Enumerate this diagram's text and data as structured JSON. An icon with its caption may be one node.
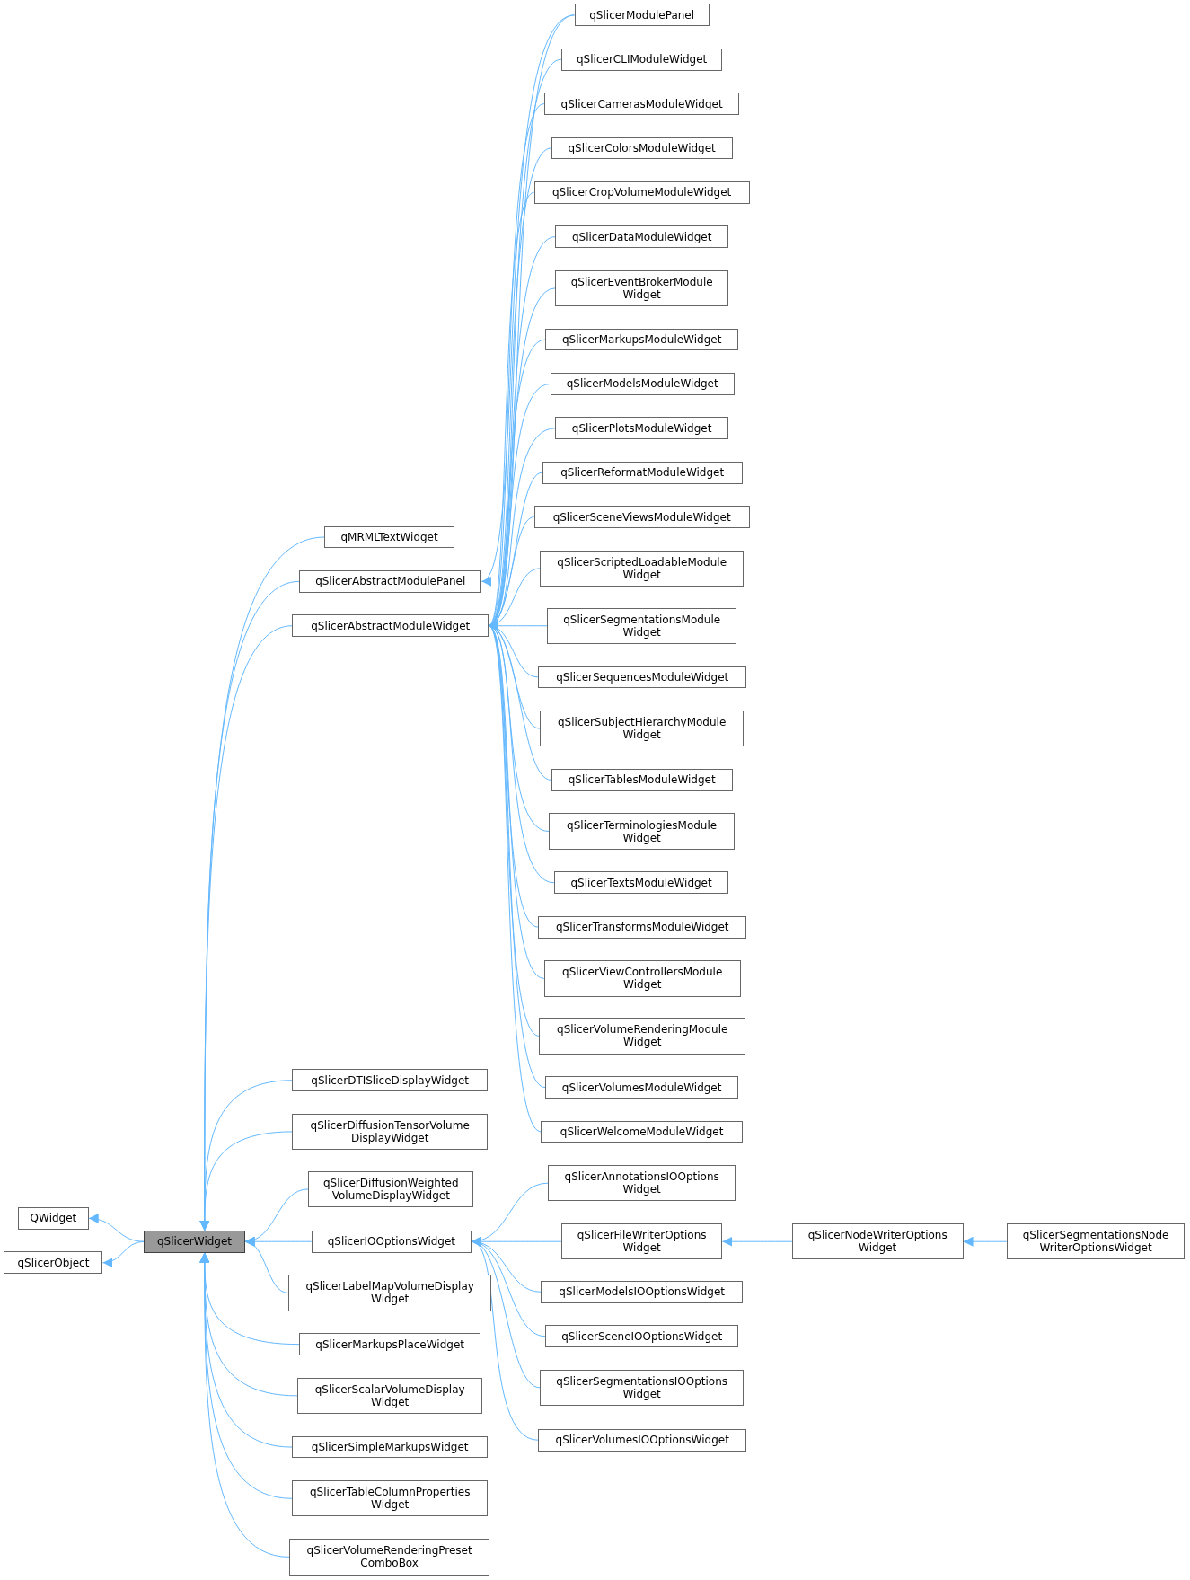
{
  "diagram": {
    "nodes": [
      {
        "text": [
          "QWidget"
        ]
      },
      {
        "text": [
          "qSlicerObject"
        ]
      },
      {
        "text": [
          "qSlicerWidget"
        ]
      },
      {
        "text": [
          "qMRMLTextWidget"
        ]
      },
      {
        "text": [
          "qSlicerAbstractModulePanel"
        ]
      },
      {
        "text": [
          "qSlicerAbstractModuleWidget"
        ]
      },
      {
        "text": [
          "qSlicerDTISliceDisplayWidget"
        ]
      },
      {
        "text": [
          "qSlicerDiffusionTensorVolume DisplayWidget"
        ]
      },
      {
        "text": [
          "qSlicerDiffusionWeighted VolumeDisplayWidget"
        ]
      },
      {
        "text": [
          "qSlicerIOOptionsWidget"
        ]
      },
      {
        "text": [
          "qSlicerLabelMapVolumeDisplay Widget"
        ]
      },
      {
        "text": [
          "qSlicerMarkupsPlaceWidget"
        ]
      },
      {
        "text": [
          "qSlicerScalarVolumeDisplay Widget"
        ]
      },
      {
        "text": [
          "qSlicerSimpleMarkupsWidget"
        ]
      },
      {
        "text": [
          "qSlicerTableColumnProperties Widget"
        ]
      },
      {
        "text": [
          "qSlicerVolumeRenderingPreset ComboBox"
        ]
      },
      {
        "text": [
          "qSlicerModulePanel"
        ]
      },
      {
        "text": [
          "qSlicerCLIModuleWidget"
        ]
      },
      {
        "text": [
          "qSlicerCamerasModuleWidget"
        ]
      },
      {
        "text": [
          "qSlicerColorsModuleWidget"
        ]
      },
      {
        "text": [
          "qSlicerCropVolumeModuleWidget"
        ]
      },
      {
        "text": [
          "qSlicerDataModuleWidget"
        ]
      },
      {
        "text": [
          "qSlicerEventBrokerModule Widget"
        ]
      },
      {
        "text": [
          "qSlicerMarkupsModuleWidget"
        ]
      },
      {
        "text": [
          "qSlicerModelsModuleWidget"
        ]
      },
      {
        "text": [
          "qSlicerPlotsModuleWidget"
        ]
      },
      {
        "text": [
          "qSlicerReformatModuleWidget"
        ]
      },
      {
        "text": [
          "qSlicerSceneViewsModuleWidget"
        ]
      },
      {
        "text": [
          "qSlicerScriptedLoadableModule Widget"
        ]
      },
      {
        "text": [
          "qSlicerSegmentationsModule Widget"
        ]
      },
      {
        "text": [
          "qSlicerSequencesModuleWidget"
        ]
      },
      {
        "text": [
          "qSlicerSubjectHierarchyModule Widget"
        ]
      },
      {
        "text": [
          "qSlicerTablesModuleWidget"
        ]
      },
      {
        "text": [
          "qSlicerTerminologiesModule Widget"
        ]
      },
      {
        "text": [
          "qSlicerTextsModuleWidget"
        ]
      },
      {
        "text": [
          "qSlicerTransformsModuleWidget"
        ]
      },
      {
        "text": [
          "qSlicerViewControllersModule Widget"
        ]
      },
      {
        "text": [
          "qSlicerVolumeRenderingModule Widget"
        ]
      },
      {
        "text": [
          "qSlicerVolumesModuleWidget"
        ]
      },
      {
        "text": [
          "qSlicerWelcomeModuleWidget"
        ]
      },
      {
        "text": [
          "qSlicerAnnotationsIOOptions Widget"
        ]
      },
      {
        "text": [
          "qSlicerFileWriterOptions Widget"
        ]
      },
      {
        "text": [
          "qSlicerModelsIOOptionsWidget"
        ]
      },
      {
        "text": [
          "qSlicerSceneIOOptionsWidget"
        ]
      },
      {
        "text": [
          "qSlicerSegmentationsIOOptions Widget"
        ]
      },
      {
        "text": [
          "qSlicerVolumesIOOptionsWidget"
        ]
      },
      {
        "text": [
          "qSlicerNodeWriterOptions Widget"
        ]
      },
      {
        "text": [
          "qSlicerSegmentationsNode WriterOptionsWidget"
        ]
      }
    ],
    "edges": [
      {
        "from": 2,
        "to": 0,
        "arrow": "to"
      },
      {
        "from": 2,
        "to": 1,
        "arrow": "to"
      },
      {
        "from": 3,
        "to": 2,
        "arrow": "to"
      },
      {
        "from": 4,
        "to": 2,
        "arrow": "to"
      },
      {
        "from": 5,
        "to": 2,
        "arrow": "to"
      },
      {
        "from": 6,
        "to": 2,
        "arrow": "to"
      },
      {
        "from": 7,
        "to": 2,
        "arrow": "to"
      },
      {
        "from": 8,
        "to": 2,
        "arrow": "to"
      },
      {
        "from": 9,
        "to": 2,
        "arrow": "to"
      },
      {
        "from": 10,
        "to": 2,
        "arrow": "to"
      },
      {
        "from": 11,
        "to": 2,
        "arrow": "to"
      },
      {
        "from": 12,
        "to": 2,
        "arrow": "to"
      },
      {
        "from": 13,
        "to": 2,
        "arrow": "to"
      },
      {
        "from": 14,
        "to": 2,
        "arrow": "to"
      },
      {
        "from": 15,
        "to": 2,
        "arrow": "to"
      },
      {
        "from": 16,
        "to": 4,
        "arrow": "to"
      },
      {
        "from": 16,
        "to": 5,
        "arrow": "to"
      },
      {
        "from": 17,
        "to": 5,
        "arrow": "to"
      },
      {
        "from": 18,
        "to": 5,
        "arrow": "to"
      },
      {
        "from": 19,
        "to": 5,
        "arrow": "to"
      },
      {
        "from": 20,
        "to": 5,
        "arrow": "to"
      },
      {
        "from": 21,
        "to": 5,
        "arrow": "to"
      },
      {
        "from": 22,
        "to": 5,
        "arrow": "to"
      },
      {
        "from": 23,
        "to": 5,
        "arrow": "to"
      },
      {
        "from": 24,
        "to": 5,
        "arrow": "to"
      },
      {
        "from": 25,
        "to": 5,
        "arrow": "to"
      },
      {
        "from": 26,
        "to": 5,
        "arrow": "to"
      },
      {
        "from": 27,
        "to": 5,
        "arrow": "to"
      },
      {
        "from": 28,
        "to": 5,
        "arrow": "to"
      },
      {
        "from": 29,
        "to": 5,
        "arrow": "to"
      },
      {
        "from": 30,
        "to": 5,
        "arrow": "to"
      },
      {
        "from": 31,
        "to": 5,
        "arrow": "to"
      },
      {
        "from": 32,
        "to": 5,
        "arrow": "to"
      },
      {
        "from": 33,
        "to": 5,
        "arrow": "to"
      },
      {
        "from": 34,
        "to": 5,
        "arrow": "to"
      },
      {
        "from": 35,
        "to": 5,
        "arrow": "to"
      },
      {
        "from": 36,
        "to": 5,
        "arrow": "to"
      },
      {
        "from": 37,
        "to": 5,
        "arrow": "to"
      },
      {
        "from": 38,
        "to": 5,
        "arrow": "to"
      },
      {
        "from": 39,
        "to": 5,
        "arrow": "to"
      },
      {
        "from": 40,
        "to": 9,
        "arrow": "to"
      },
      {
        "from": 41,
        "to": 9,
        "arrow": "to"
      },
      {
        "from": 42,
        "to": 9,
        "arrow": "to"
      },
      {
        "from": 43,
        "to": 9,
        "arrow": "to"
      },
      {
        "from": 44,
        "to": 9,
        "arrow": "to"
      },
      {
        "from": 45,
        "to": 9,
        "arrow": "to"
      },
      {
        "from": 46,
        "to": 41,
        "arrow": "to"
      },
      {
        "from": 47,
        "to": 46,
        "arrow": "to"
      }
    ]
  }
}
